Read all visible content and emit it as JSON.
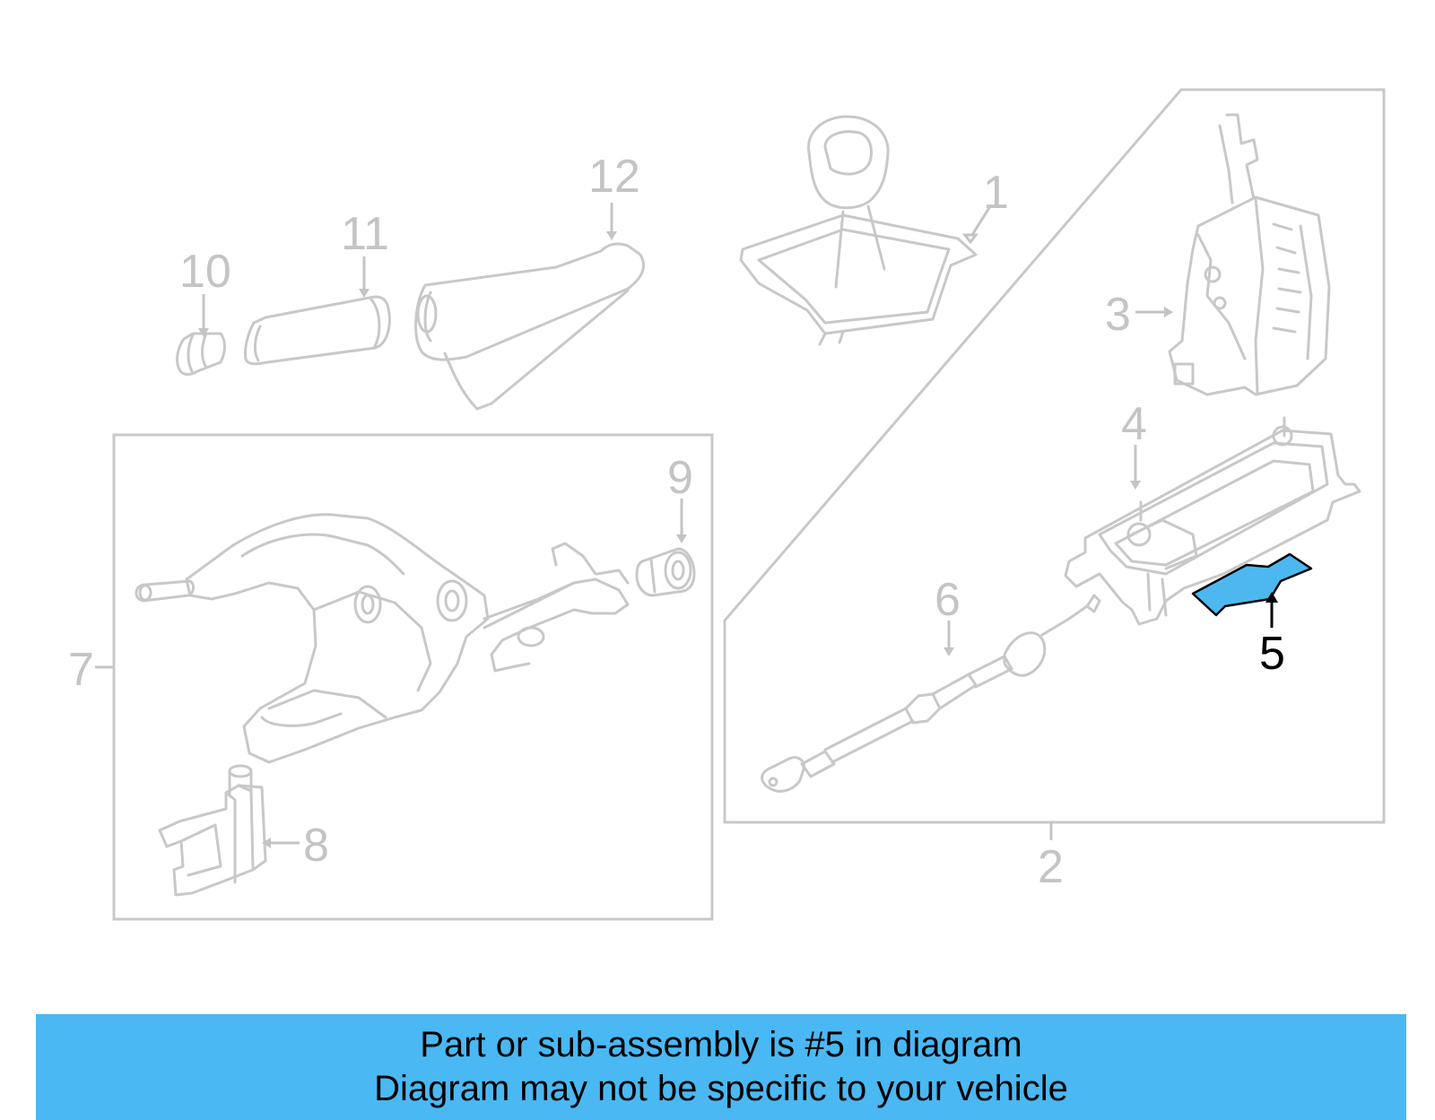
{
  "colors": {
    "highlight": "#4db8f0",
    "banner": "#4ab8f3",
    "ghost_line": "#c8c8c8",
    "label_muted": "#c4c4c4",
    "label_active": "#000000"
  },
  "callouts": {
    "c1": "1",
    "c2": "2",
    "c3": "3",
    "c4": "4",
    "c5": "5",
    "c6": "6",
    "c7": "7",
    "c8": "8",
    "c9": "9",
    "c10": "10",
    "c11": "11",
    "c12": "12"
  },
  "highlighted_part": "5",
  "banner": {
    "line1": "Part or sub-assembly is #5 in diagram",
    "line2": "Diagram may not be specific to your vehicle"
  }
}
